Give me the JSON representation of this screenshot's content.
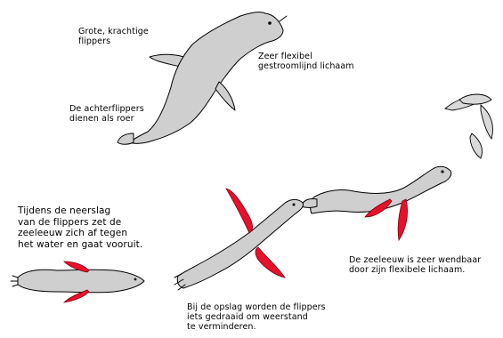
{
  "labels": {
    "flippers_big": "Grote, krachtige\nflippers",
    "flexible_body": "Zeer flexibel\ngestroomlijnd lichaam",
    "rear_flippers": "De achterflippers\ndienen als roer",
    "downstroke": "Tijdens de neerslag\nvan de flippers zet de\nzeeleeuw zich af tegen\nhet water en gaat vooruit.",
    "agile": "De zeeleeuw is zeer wendbaar\ndoor zijn flexibele lichaam.",
    "upstroke": "Bij de opslag worden de flippers\niets gedraaid om weerstand\nte verminderen."
  },
  "colors": {
    "seal_body": "#cfcfcf",
    "flipper_highlight": "#e8102a",
    "outline": "#000000",
    "background": "#ffffff"
  }
}
